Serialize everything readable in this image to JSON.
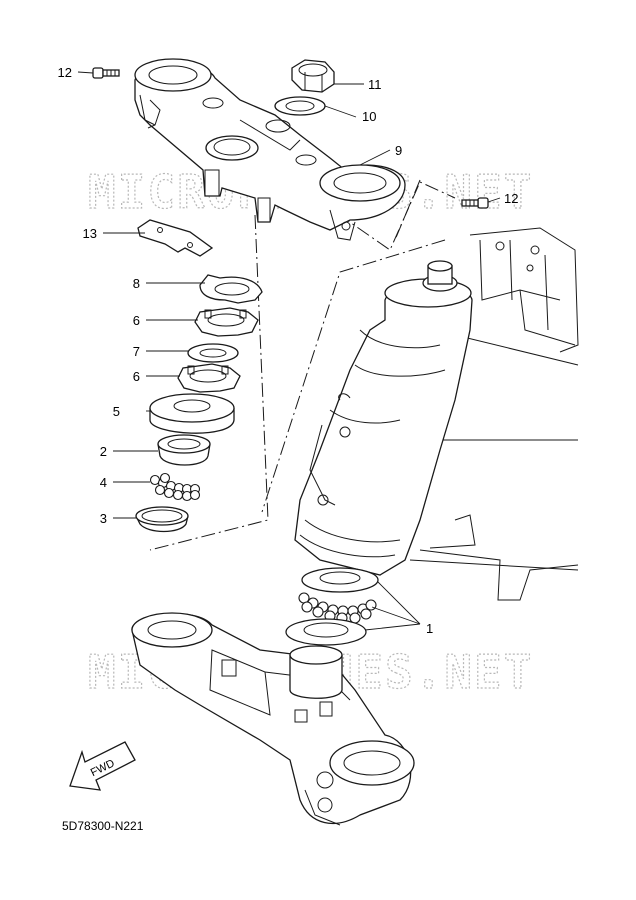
{
  "diagram": {
    "code": "5D78300-N221",
    "watermark": "MICROFICHES.NET",
    "fwd_label": "FWD",
    "callouts": {
      "c1": "1",
      "c2": "2",
      "c3": "3",
      "c4": "4",
      "c5": "5",
      "c6a": "6",
      "c6b": "6",
      "c7": "7",
      "c8": "8",
      "c9": "9",
      "c10": "10",
      "c11": "11",
      "c12a": "12",
      "c12b": "12",
      "c13": "13"
    }
  }
}
